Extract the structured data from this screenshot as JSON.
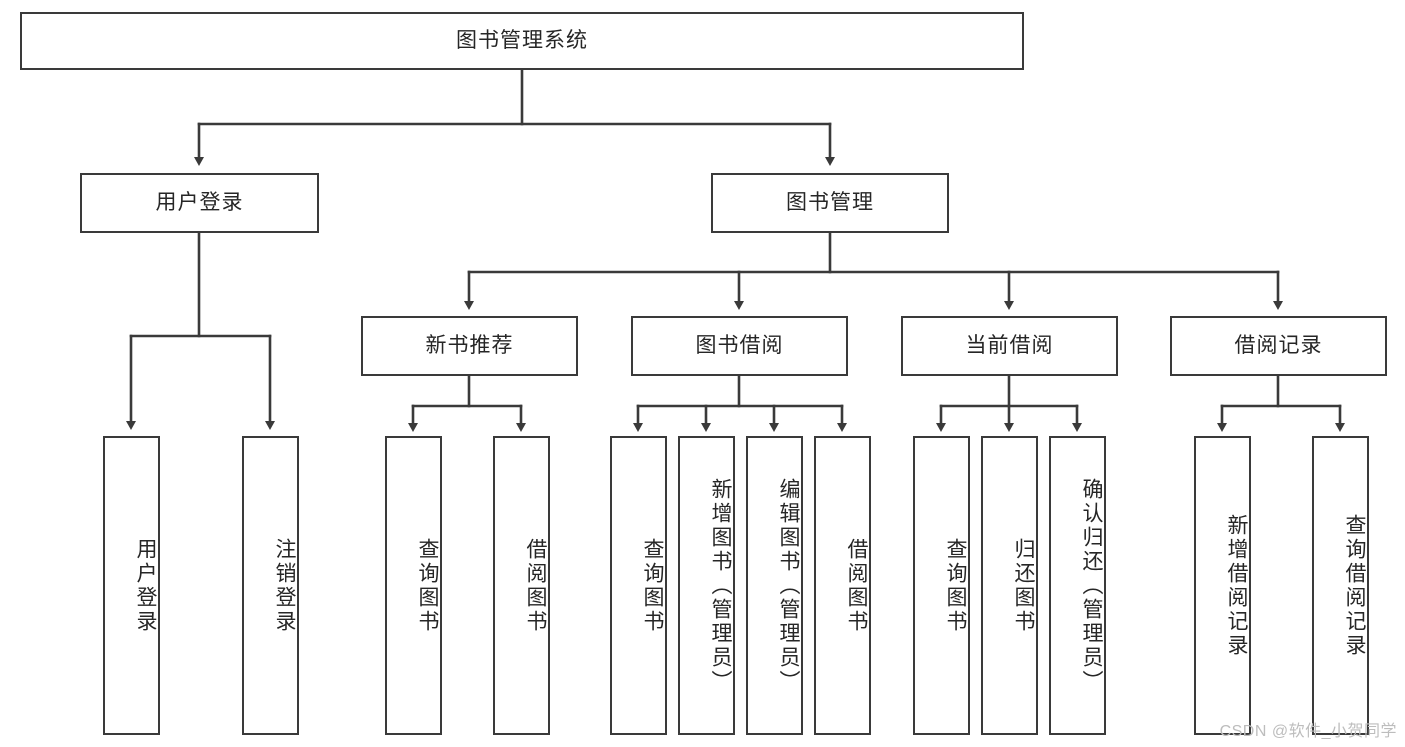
{
  "diagram": {
    "title": "图书管理系统",
    "type": "tree-hierarchy",
    "colors": {
      "box_border": "#3a3a3a",
      "box_fill": "#ffffff",
      "connector": "#3a3a3a",
      "text": "#262626",
      "watermark": "#bdbdbd",
      "background": "#ffffff"
    },
    "root": {
      "label": "图书管理系统"
    },
    "level2": [
      {
        "label": "用户登录"
      },
      {
        "label": "图书管理"
      }
    ],
    "level3": [
      {
        "label": "新书推荐"
      },
      {
        "label": "图书借阅"
      },
      {
        "label": "当前借阅"
      },
      {
        "label": "借阅记录"
      }
    ],
    "leaves": {
      "user_login": [
        {
          "label": "用户登录"
        },
        {
          "label": "注销登录"
        }
      ],
      "new_book_recommend": [
        {
          "label": "查询图书"
        },
        {
          "label": "借阅图书"
        }
      ],
      "book_borrow": [
        {
          "label": "查询图书"
        },
        {
          "label": "新增图书（管理员）"
        },
        {
          "label": "编辑图书（管理员）"
        },
        {
          "label": "借阅图书"
        }
      ],
      "current_borrow": [
        {
          "label": "查询图书"
        },
        {
          "label": "归还图书"
        },
        {
          "label": "确认归还（管理员）"
        }
      ],
      "borrow_record": [
        {
          "label": "新增借阅记录"
        },
        {
          "label": "查询借阅记录"
        }
      ]
    }
  },
  "watermark": {
    "text": "CSDN @软件_小贺同学"
  }
}
